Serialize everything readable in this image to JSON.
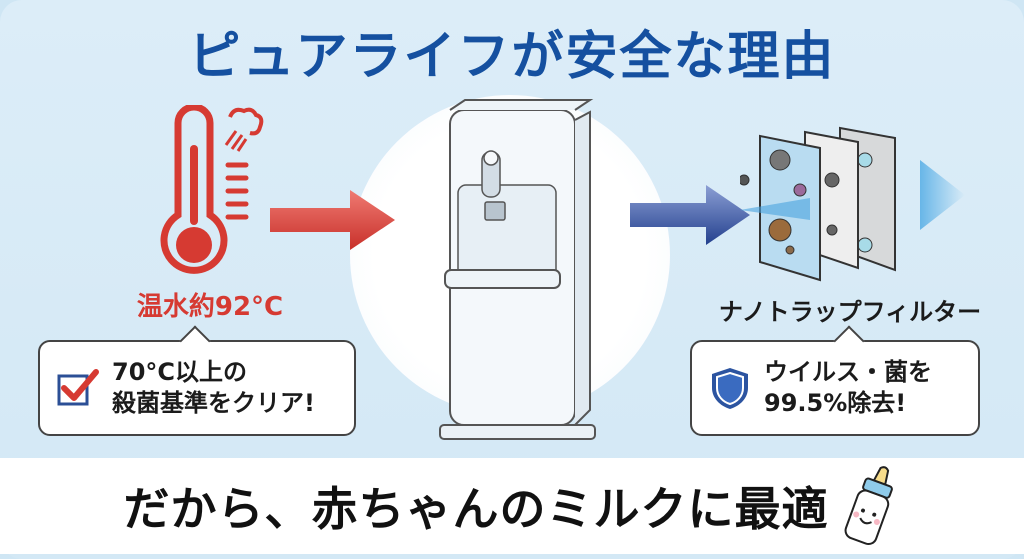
{
  "title": "ピュアライフが安全な理由",
  "left_section": {
    "icon": "thermometer-icon",
    "temperature_label": "温水約92°C",
    "bubble": {
      "icon": "checkbox-checked-icon",
      "line1": "70°C以上の",
      "line2": "殺菌基準をクリア!"
    }
  },
  "center_section": {
    "image": "water-dispenser"
  },
  "right_section": {
    "icon": "filter-layers-icon",
    "filter_label": "ナノトラップフィルター",
    "bubble": {
      "icon": "shield-icon",
      "line1": "ウイルス・菌を",
      "line2": "99.5%除去!"
    }
  },
  "bottom_banner": {
    "text": "だから、赤ちゃんのミルクに最適",
    "icon": "baby-bottle-icon"
  },
  "colors": {
    "title": "#1550a0",
    "red_accent": "#d63a32",
    "blue_arrow": "#2c4a9a",
    "background": "#d8ebf7"
  }
}
